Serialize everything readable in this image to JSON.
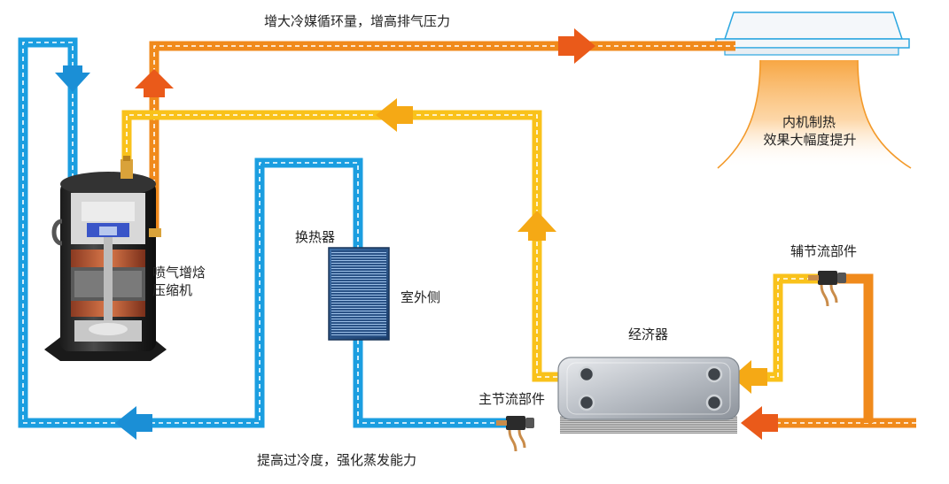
{
  "labels": {
    "top_flow": "增大冷媒循环量，增高排气压力",
    "bottom_flow": "提高过冷度，强化蒸发能力",
    "compressor_line1": "喷气增焓",
    "compressor_line2": "压缩机",
    "heat_exchanger": "换热器",
    "outdoor_side": "室外侧",
    "economizer": "经济器",
    "main_throttle": "主节流部件",
    "aux_throttle": "辅节流部件",
    "indoor_line1": "内机制热",
    "indoor_line2": "效果大幅度提升"
  },
  "colors": {
    "blue_pipe": "#1b9ee0",
    "orange_pipe": "#f08a1c",
    "yellow_pipe": "#f9c21b",
    "orange_arrow": "#ea5a1a",
    "yellow_arrow": "#f5a915",
    "blue_arrow": "#1b8fd6",
    "heat_glow": "#fbb050"
  },
  "icons": {
    "compressor": "compressor-icon",
    "heat_exchanger": "heat-exchanger-icon",
    "economizer": "plate-heat-exchanger-icon",
    "indoor_unit": "ceiling-cassette-unit-icon",
    "valve": "expansion-valve-icon"
  }
}
